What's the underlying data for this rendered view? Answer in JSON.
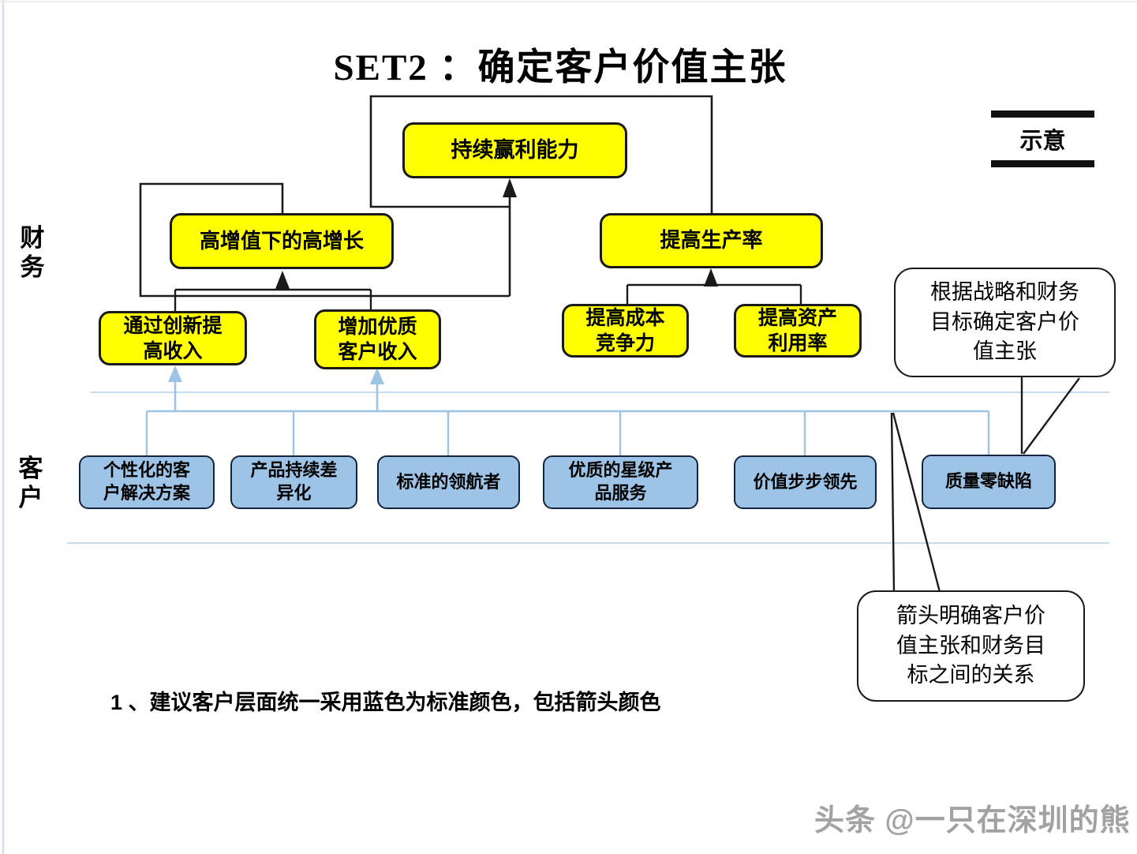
{
  "page": {
    "title": "SET2 ：确定客户价值主张",
    "legend_label": "示意",
    "note": "1 、建议客户层面统一采用蓝色为标准颜色，包括箭头颜色",
    "watermark": "头条 @一只在深圳的熊"
  },
  "sections": {
    "finance_label": "财务",
    "customer_label": "客户"
  },
  "finance": {
    "boxes": [
      {
        "id": "sustained-profitability",
        "label": "持续赢利能力"
      },
      {
        "id": "high-growth-under-high-value",
        "label": "高增值下的高增长"
      },
      {
        "id": "improve-productivity",
        "label": "提高生产率"
      },
      {
        "id": "raise-revenue-via-innovation",
        "label": [
          "通过创新提",
          "高收入"
        ]
      },
      {
        "id": "increase-quality-customer-revenue",
        "label": [
          "增加优质",
          "客户收入"
        ]
      },
      {
        "id": "improve-cost-competitiveness",
        "label": [
          "提高成本",
          "竞争力"
        ]
      },
      {
        "id": "improve-asset-utilization",
        "label": [
          "提高资产",
          "利用率"
        ]
      }
    ]
  },
  "customer": {
    "boxes": [
      {
        "id": "personalized-customer-solutions",
        "label": [
          "个性化的客",
          "户解决方案"
        ]
      },
      {
        "id": "continuous-product-differentiation",
        "label": [
          "产品持续差",
          "异化"
        ]
      },
      {
        "id": "standards-pilot",
        "label": "标准的领航者"
      },
      {
        "id": "premium-star-products-services",
        "label": [
          "优质的星级产",
          "品服务"
        ]
      },
      {
        "id": "value-step-by-step-lead",
        "label": "价值步步领先"
      },
      {
        "id": "zero-defect-quality",
        "label": "质量零缺陷"
      }
    ]
  },
  "callouts": [
    {
      "id": "define-customer-value-proposition",
      "label": [
        "根据战略和财务",
        "目标确定客户价",
        "值主张"
      ]
    },
    {
      "id": "arrows-clarify-relationship",
      "label": [
        "箭头明确客户价",
        "值主张和财务目",
        "标之间的关系"
      ]
    }
  ],
  "colors": {
    "finance_box_fill": "#FFFF00",
    "finance_line": "#1A1A1A",
    "customer_box_fill": "#9DC3E6",
    "customer_line": "#9DC3E6",
    "customer_rule": "#BDD7EE"
  }
}
